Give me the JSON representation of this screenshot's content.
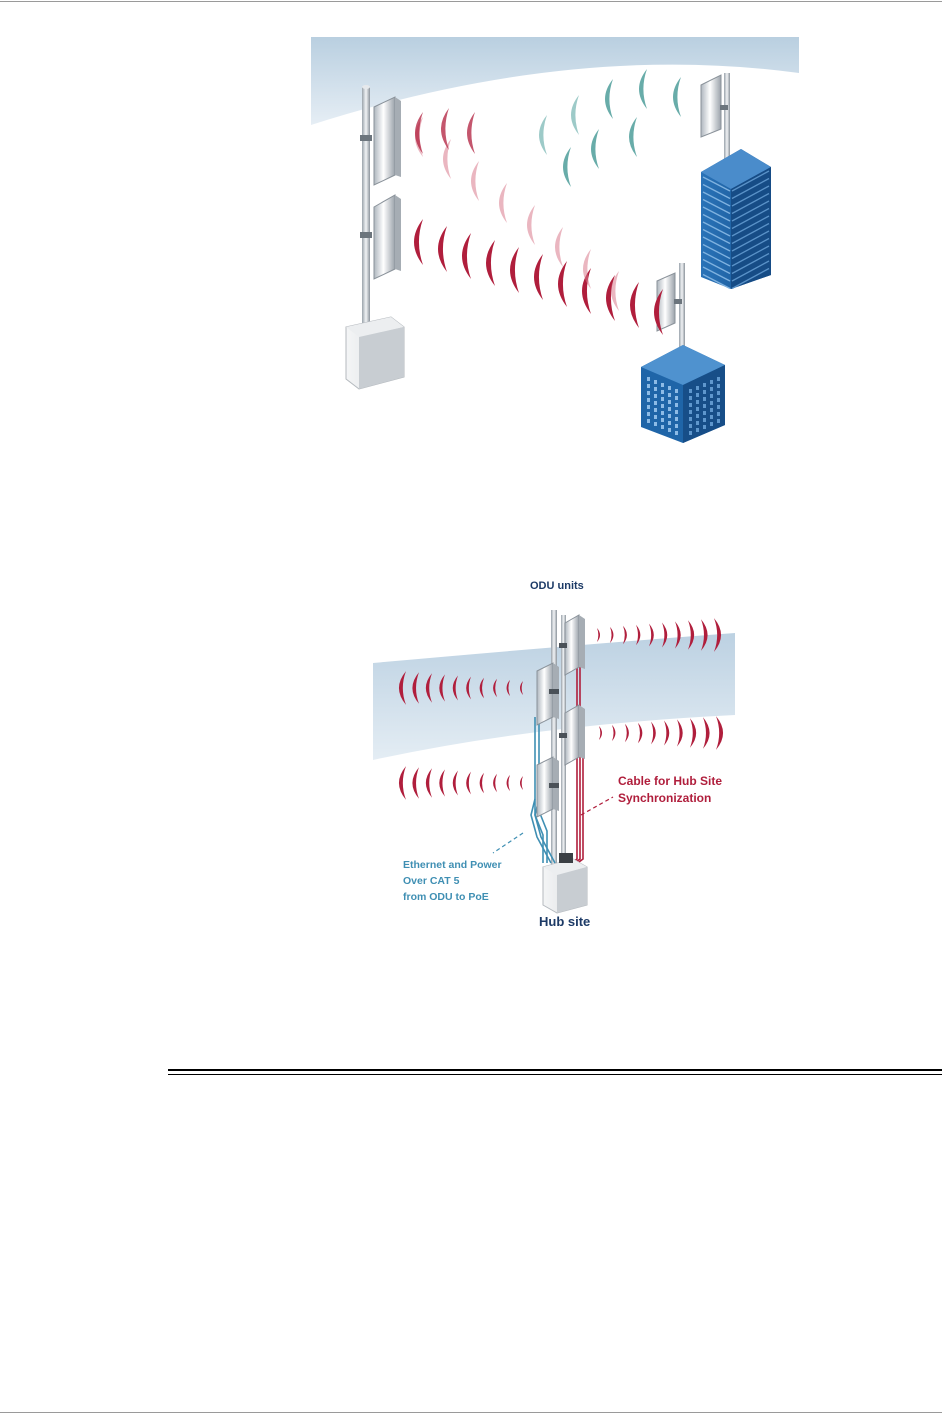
{
  "colors": {
    "sky": "#c9d9e6",
    "signal_red": "#b01e3c",
    "signal_pink": "#d87a8d",
    "signal_teal": "#4d9e9a",
    "building_blue": "#1f65a8",
    "cable_blue": "#3f8fb3",
    "label_navy": "#1c3a66",
    "label_red": "#b01e3c",
    "label_blue": "#3f8fb3"
  },
  "figure2": {
    "odu_label": "ODU units",
    "hub_label": "Hub site",
    "sync_label_line1": "Cable for Hub Site",
    "sync_label_line2": "Synchronization",
    "poe_label_line1": "Ethernet and Power",
    "poe_label_line2": "Over CAT 5",
    "poe_label_line3": "from ODU to PoE"
  }
}
